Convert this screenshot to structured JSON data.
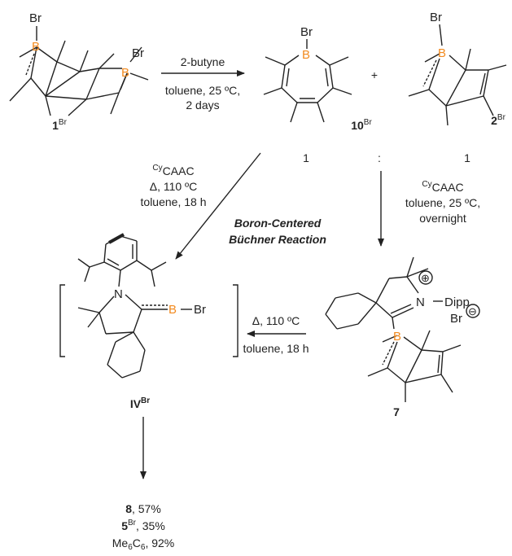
{
  "colors": {
    "boron": "#f28a1f",
    "bond": "#222222"
  },
  "compounds": {
    "c1": {
      "num": "1",
      "sup": "Br",
      "atoms": [
        "Br",
        "B",
        "B",
        "Br"
      ]
    },
    "c10": {
      "num": "10",
      "sup": "Br",
      "atoms": [
        "Br",
        "B"
      ]
    },
    "c2": {
      "num": "2",
      "sup": "Br",
      "atoms": [
        "Br",
        "B"
      ]
    },
    "IV": {
      "num": "IV",
      "sup": "Br",
      "atoms": [
        "N",
        "B",
        "Br"
      ]
    },
    "c7": {
      "num": "7",
      "atoms": [
        "N",
        "⊕",
        "Dipp",
        "B",
        "Br",
        "⊖"
      ]
    }
  },
  "plus": "+",
  "ratio": {
    "left": "1",
    "sep": ":",
    "right": "1"
  },
  "step1": {
    "reagent": "2-butyne",
    "cond1": "toluene, 25 ºC,",
    "cond2": "2 days"
  },
  "step2": {
    "reagent_sup": "Cy",
    "reagent": "CAAC",
    "cond1": "Δ, 110 ºC",
    "cond2": "toluene, 18 h"
  },
  "step3": {
    "reagent_sup": "Cy",
    "reagent": "CAAC",
    "cond1": "toluene, 25 ºC,",
    "cond2": "overnight"
  },
  "step4": {
    "cond1": "Δ, 110 ºC",
    "cond2": "toluene, 18 h"
  },
  "reaction_name": {
    "line1": "Boron-Centered",
    "line2": "Büchner Reaction"
  },
  "products": [
    {
      "num": "8",
      "sup": "",
      "yield": ",  57%"
    },
    {
      "num": "5",
      "sup": "Br",
      "yield": ", 35%"
    },
    {
      "pre": "Me",
      "sub1": "6",
      "mid": "C",
      "sub2": "6",
      "yield": ", 92%"
    }
  ]
}
